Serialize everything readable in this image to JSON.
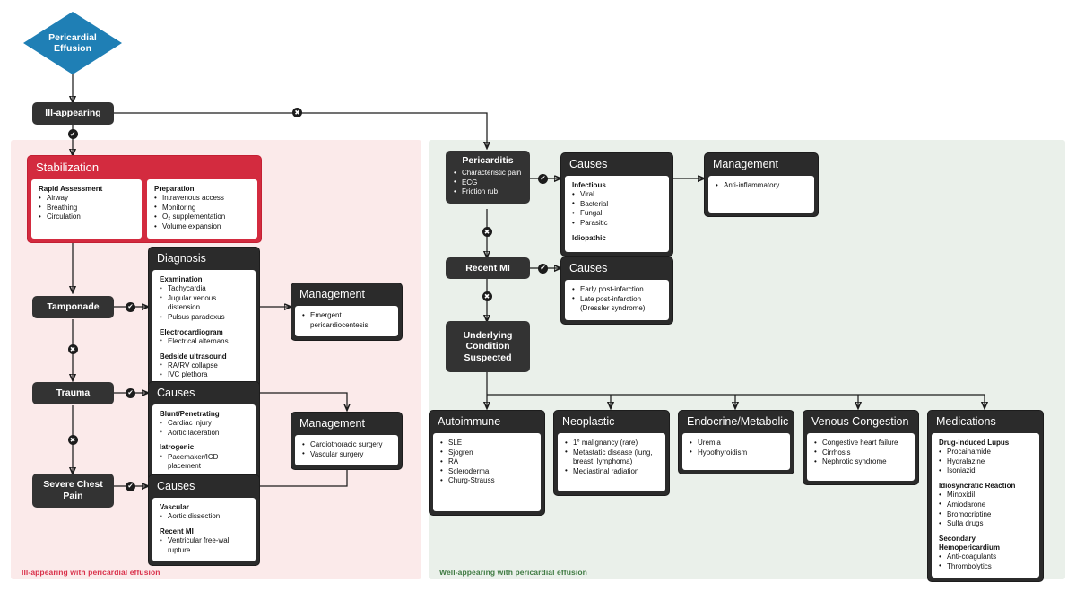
{
  "diagram": {
    "title": "Pericardial Effusion",
    "panels": {
      "ill": {
        "caption": "Ill-appearing with pericardial effusion"
      },
      "well": {
        "caption": "Well-appearing with pericardial effusion"
      }
    },
    "markers": {
      "yes": "✔",
      "no": "✖"
    }
  },
  "start": {
    "line1": "Pericardial",
    "line2": "Effusion"
  },
  "ill_appearing": {
    "label": "Ill-appearing"
  },
  "stabilization": {
    "header": "Stabilization",
    "columns": [
      {
        "title": "Rapid Assessment",
        "items": [
          "Airway",
          "Breathing",
          "Circulation"
        ]
      },
      {
        "title": "Preparation",
        "items": [
          "Intravenous access",
          "Monitoring",
          "O₂ supplementation",
          "Volume expansion"
        ]
      }
    ]
  },
  "tamponade": {
    "label": "Tamponade",
    "diagnosis": {
      "header": "Diagnosis",
      "groups": [
        {
          "title": "Examination",
          "items": [
            "Tachycardia",
            "Jugular venous distension",
            "Pulsus paradoxus"
          ]
        },
        {
          "title": "Electrocardiogram",
          "items": [
            "Electrical alternans"
          ]
        },
        {
          "title": "Bedside ultrasound",
          "items": [
            "RA/RV collapse",
            "IVC plethora"
          ]
        }
      ]
    },
    "management": {
      "header": "Management",
      "items": [
        "Emergent pericardiocentesis"
      ]
    }
  },
  "trauma": {
    "label": "Trauma",
    "causes": {
      "header": "Causes",
      "groups": [
        {
          "title": "Blunt/Penetrating",
          "items": [
            "Cardiac injury",
            "Aortic laceration"
          ]
        },
        {
          "title": "Iatrogenic",
          "items": [
            "Pacemaker/ICD placement"
          ]
        }
      ]
    }
  },
  "severe_chest_pain": {
    "line1": "Severe Chest",
    "line2": "Pain",
    "causes": {
      "header": "Causes",
      "groups": [
        {
          "title": "Vascular",
          "items": [
            "Aortic dissection"
          ]
        },
        {
          "title": "Recent MI",
          "items": [
            "Ventricular free-wall rupture"
          ]
        }
      ]
    }
  },
  "surgical_management": {
    "header": "Management",
    "items": [
      "Cardiothoracic surgery",
      "Vascular surgery"
    ]
  },
  "pericarditis": {
    "label": "Pericarditis",
    "items": [
      "Characteristic pain",
      "ECG",
      "Friction rub"
    ],
    "causes": {
      "header": "Causes",
      "groups": [
        {
          "title": "Infectious",
          "items": [
            "Viral",
            "Bacterial",
            "Fungal",
            "Parasitic"
          ]
        },
        {
          "title": "Idiopathic",
          "items": []
        }
      ]
    },
    "management": {
      "header": "Management",
      "items": [
        "Anti-inflammatory"
      ]
    }
  },
  "recent_mi": {
    "label": "Recent MI",
    "causes": {
      "header": "Causes",
      "items": [
        "Early post-infarction",
        "Late post-infarction (Dressler syndrome)"
      ]
    }
  },
  "underlying": {
    "line1": "Underlying",
    "line2": "Condition",
    "line3": "Suspected"
  },
  "etiologies": [
    {
      "header": "Autoimmune",
      "items": [
        "SLE",
        "Sjogren",
        "RA",
        "Scleroderma",
        "Churg-Strauss"
      ]
    },
    {
      "header": "Neoplastic",
      "items": [
        "1° malignancy (rare)",
        "Metastatic disease (lung, breast, lymphoma)",
        "Mediastinal radiation"
      ]
    },
    {
      "header": "Endocrine/Metabolic",
      "items": [
        "Uremia",
        "Hypothyroidism"
      ]
    },
    {
      "header": "Venous Congestion",
      "items": [
        "Congestive heart failure",
        "Cirrhosis",
        "Nephrotic syndrome"
      ]
    },
    {
      "header": "Medications",
      "groups": [
        {
          "title": "Drug-induced Lupus",
          "items": [
            "Procainamide",
            "Hydralazine",
            "Isoniazid"
          ]
        },
        {
          "title": "Idiosyncratic Reaction",
          "items": [
            "Minoxidil",
            "Amiodarone",
            "Bromocriptine",
            "Sulfa drugs"
          ]
        },
        {
          "title": "Secondary Hemopericardium",
          "items": [
            "Anti-coagulants",
            "Thrombolytics"
          ]
        }
      ]
    }
  ]
}
